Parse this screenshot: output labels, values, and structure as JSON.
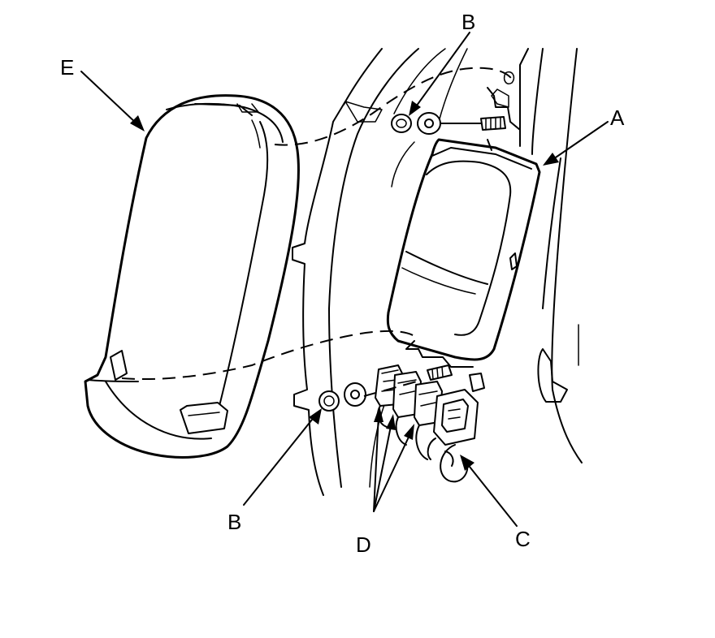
{
  "labels": {
    "a": "A",
    "b_top": "B",
    "b_bottom": "B",
    "c": "C",
    "d": "D",
    "e": "E"
  }
}
